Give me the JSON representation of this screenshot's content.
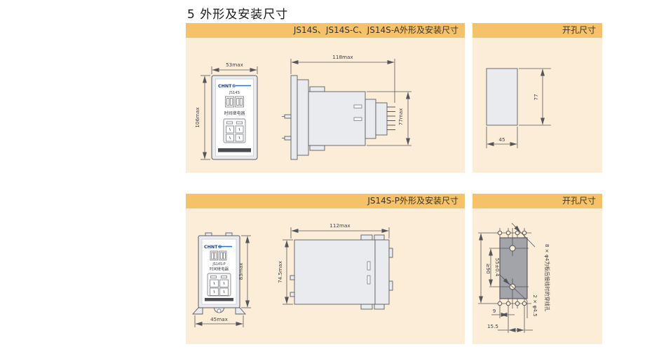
{
  "title": "5 外形及安装尺寸",
  "brand": "CHNT®",
  "outline1": {
    "header": "JS14S、JS14S-C、JS14S-A外形及安装尺寸",
    "model": "JS14S",
    "device_label": "时间继电器",
    "front_width": "53max",
    "front_height": "106max",
    "side_length": "118max",
    "side_height": "77max"
  },
  "cutout1": {
    "header": "开孔尺寸",
    "height": "77",
    "width": "45"
  },
  "outline2": {
    "header": "JS14S-P外形及安装尺寸",
    "model": "JS14S-P",
    "device_label": "时间继电器",
    "front_height": "83max",
    "front_width": "45max",
    "side_length": "112max",
    "side_height": "74.5max"
  },
  "cutout2": {
    "header": "开孔尺寸",
    "hole_pitch": "55±0.4",
    "min_clearance": "≥90",
    "pitch_a": "9",
    "pitch_b": "15.5",
    "note_wire_holes": "8 × φ4为板后接线时的穿线孔",
    "note_screw_holes": "2 × φ4.5"
  }
}
